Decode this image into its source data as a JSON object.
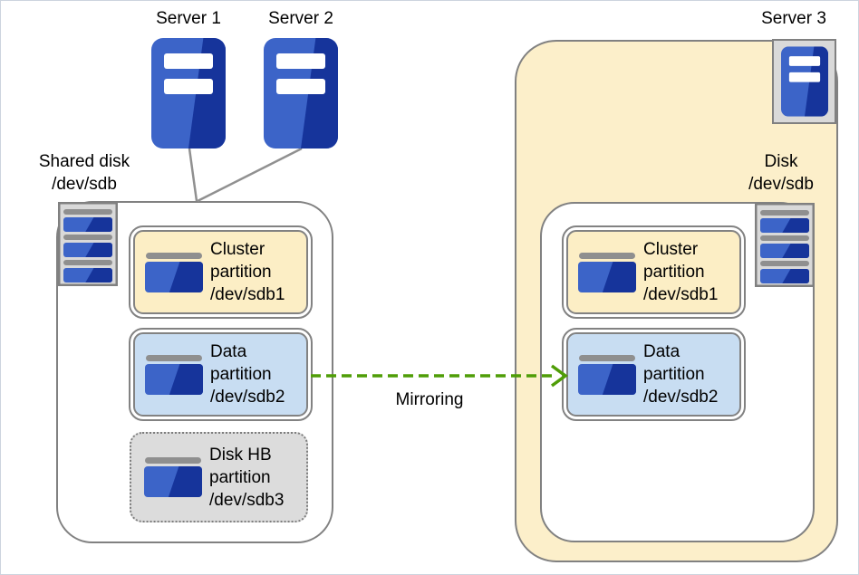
{
  "servers": [
    {
      "label": "Server 1"
    },
    {
      "label": "Server 2"
    },
    {
      "label": "Server 3"
    }
  ],
  "shared_disk": {
    "line1": "Shared disk",
    "line2": "/dev/sdb"
  },
  "disk_label": {
    "line1": "Disk",
    "line2": "/dev/sdb"
  },
  "mirroring": {
    "label": "Mirroring"
  },
  "left_partitions": [
    {
      "name": "cluster-partition",
      "lines": [
        "Cluster",
        "partition",
        "/dev/sdb1"
      ],
      "fill": "#fceec5"
    },
    {
      "name": "data-partition",
      "lines": [
        "Data",
        "partition",
        "/dev/sdb2"
      ],
      "fill": "#c8ddf2"
    },
    {
      "name": "disk-hb-partition",
      "lines": [
        "Disk HB",
        "partition",
        "/dev/sdb3"
      ],
      "fill": "#dcdcdc"
    }
  ],
  "right_partitions": [
    {
      "name": "cluster-partition",
      "lines": [
        "Cluster",
        "partition",
        "/dev/sdb1"
      ],
      "fill": "#fceec5"
    },
    {
      "name": "data-partition",
      "lines": [
        "Data",
        "partition",
        "/dev/sdb2"
      ],
      "fill": "#c8ddf2"
    }
  ],
  "colors": {
    "mirror_arrow_green": "#4f9d07",
    "container_border_gray": "#818181",
    "tan_fill": "#fcefca",
    "partition_blue_fill": "#c8ddf2",
    "partition_gray_fill": "#dcdcdc",
    "server_blue": "#3c64c8",
    "server_blue_dark": "#16349b",
    "connector_gray": "#909090"
  }
}
